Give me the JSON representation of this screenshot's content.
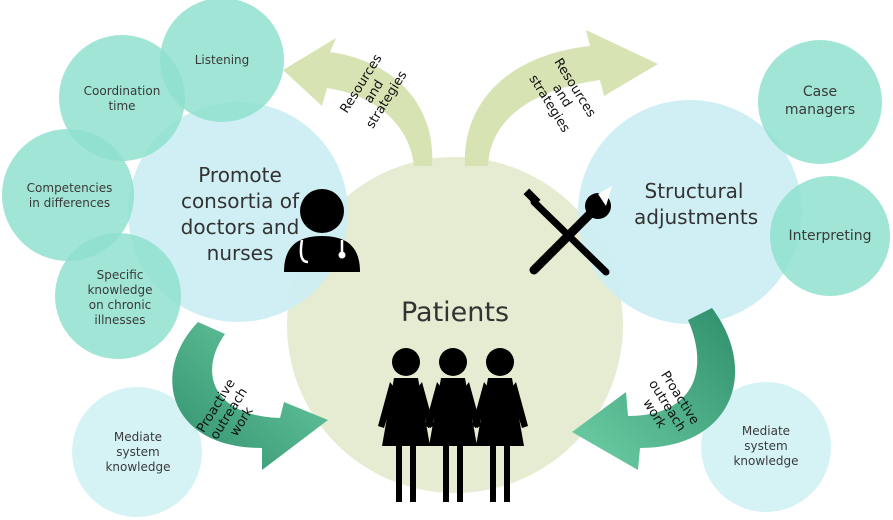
{
  "center": {
    "title": "Patients"
  },
  "left_hub": {
    "title": "Promote consortia of doctors and nurses"
  },
  "right_hub": {
    "title": "Structural adjustments"
  },
  "left_satellites": [
    {
      "label": "Listening"
    },
    {
      "label": "Coordination time"
    },
    {
      "label": "Competencies in differences"
    },
    {
      "label": "Specific knowledge on chronic illnesses"
    }
  ],
  "right_satellites": [
    {
      "label": "Case managers"
    },
    {
      "label": "Interpreting"
    }
  ],
  "bottom_left": {
    "label": "Mediate system knowledge"
  },
  "bottom_right": {
    "label": "Mediate system knowledge"
  },
  "arrows": {
    "top_left": "Resources and strategies",
    "top_right": "Resources and strategies",
    "bottom_left": "Proactive outreach work",
    "bottom_right": "Proactive outreach work"
  },
  "icons": [
    "doctor-icon",
    "tools-icon",
    "patients-icon"
  ],
  "colors": {
    "center": "#e6ecd2",
    "hub": "#cdeef3",
    "satellite": "#8fe0cf",
    "bottom_bubble": "#d5f3f5",
    "arrow_top": "#d6e2b0",
    "arrow_bottom": "#3aa07c"
  }
}
